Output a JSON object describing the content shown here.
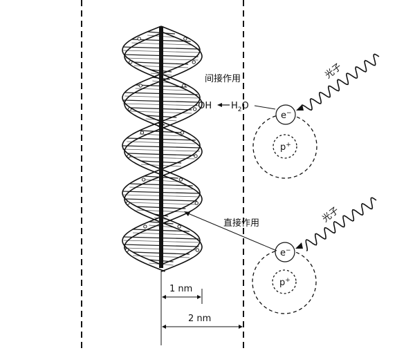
{
  "labels": {
    "indirect": "间接作用",
    "direct": "直接作用",
    "oh": "·OH",
    "water_h": "H",
    "water_sub": "2",
    "water_o": "O",
    "photon_top": "光子",
    "photon_bottom": "光子",
    "electron_top": "e",
    "electron_top_sup": "−",
    "proton_top": "p",
    "proton_top_sup": "+",
    "electron_bottom": "e",
    "electron_bottom_sup": "−",
    "proton_bottom": "p",
    "proton_bottom_sup": "+",
    "scale_1nm": "1 nm",
    "scale_2nm": "2 nm"
  }
}
